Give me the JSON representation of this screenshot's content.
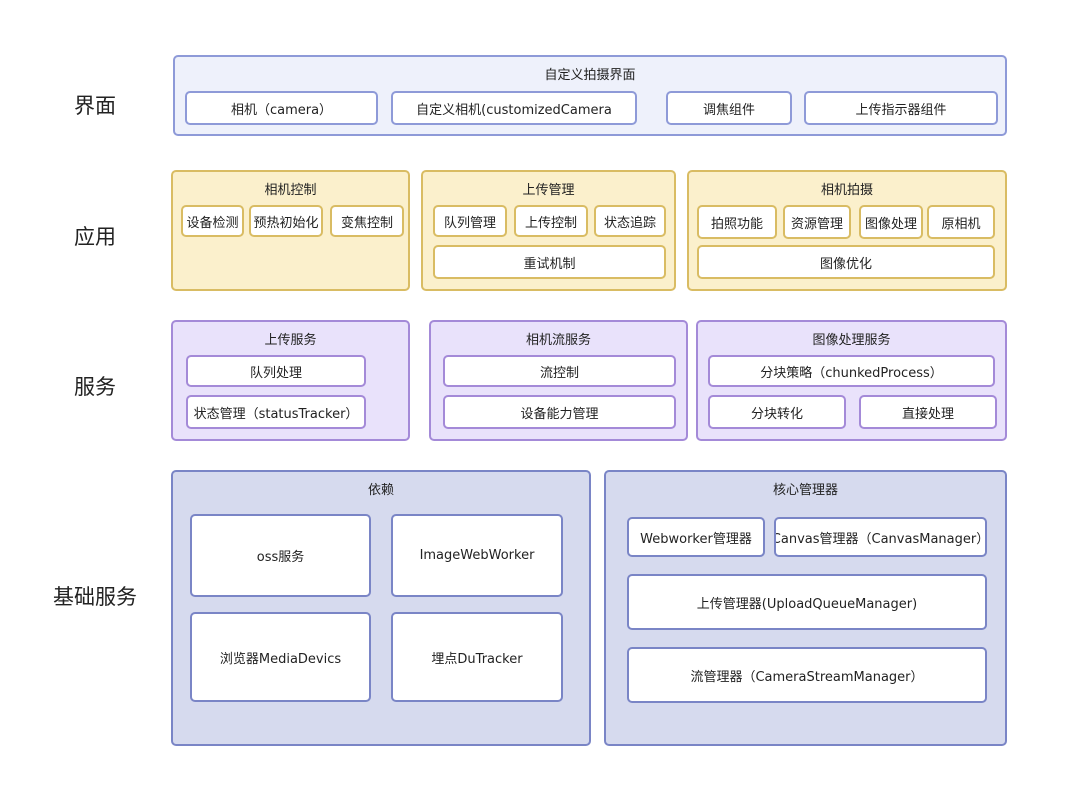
{
  "layers": {
    "ui": "界面",
    "app": "应用",
    "service": "服务",
    "base": "基础服务"
  },
  "ui": {
    "title": "自定义拍摄界面",
    "items": [
      "相机（camera）",
      "自定义相机(customizedCamera",
      "调焦组件",
      "上传指示器组件"
    ]
  },
  "app": {
    "camera_control": {
      "title": "相机控制",
      "items": [
        "设备检测",
        "预热初始化",
        "变焦控制"
      ]
    },
    "upload_management": {
      "title": "上传管理",
      "items": [
        "队列管理",
        "上传控制",
        "状态追踪",
        "重试机制"
      ]
    },
    "camera_shooting": {
      "title": "相机拍摄",
      "items": [
        "拍照功能",
        "资源管理",
        "图像处理",
        "原相机",
        "图像优化"
      ]
    }
  },
  "service": {
    "upload_service": {
      "title": "上传服务",
      "items": [
        "队列处理",
        "状态管理（statusTracker）"
      ]
    },
    "camera_stream_service": {
      "title": "相机流服务",
      "items": [
        "流控制",
        "设备能力管理"
      ]
    },
    "image_processing_service": {
      "title": "图像处理服务",
      "items": [
        "分块策略（chunkedProcess）",
        "分块转化",
        "直接处理"
      ]
    }
  },
  "base": {
    "dependencies": {
      "title": "依赖",
      "items": [
        "oss服务",
        "ImageWebWorker",
        "浏览器MediaDevics",
        "埋点DuTracker"
      ]
    },
    "core_managers": {
      "title": "核心管理器",
      "items": [
        "Webworker管理器",
        "Canvas管理器（CanvasManager）",
        "上传管理器(UploadQueueManager)",
        "流管理器（CameraStreamManager）"
      ]
    }
  }
}
